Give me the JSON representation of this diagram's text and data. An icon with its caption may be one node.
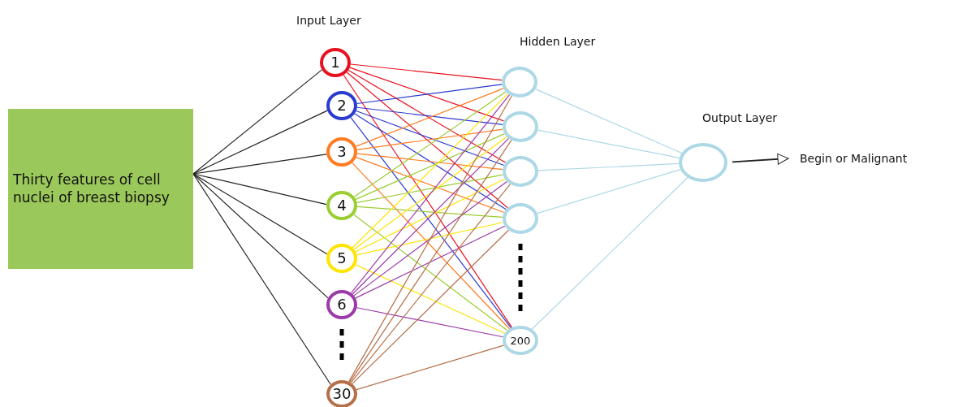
{
  "diagram": {
    "nodes": [
      {
        "text": [
          "Thirty features of cell nuclei of breast biopsy"
        ]
      },
      {
        "text": [
          "1"
        ]
      },
      {
        "text": [
          "2"
        ]
      },
      {
        "text": [
          "3"
        ]
      },
      {
        "text": [
          "4"
        ]
      },
      {
        "text": [
          "5"
        ]
      },
      {
        "text": [
          "6"
        ]
      },
      {
        "text": [
          "30"
        ]
      },
      {
        "text": [],
        "shape": "circle"
      },
      {
        "text": [],
        "shape": "circle"
      },
      {
        "text": [],
        "shape": "circle"
      },
      {
        "text": [],
        "shape": "circle"
      },
      {
        "text": [
          "200"
        ]
      },
      {
        "text": [],
        "shape": "circle"
      },
      {
        "text": [
          "Begin or Malignant"
        ]
      }
    ],
    "edges": [
      {
        "from": 0,
        "to": 1,
        "arrow": "none"
      },
      {
        "from": 0,
        "to": 2,
        "arrow": "none"
      },
      {
        "from": 0,
        "to": 3,
        "arrow": "none"
      },
      {
        "from": 0,
        "to": 4,
        "arrow": "none"
      },
      {
        "from": 0,
        "to": 5,
        "arrow": "none"
      },
      {
        "from": 0,
        "to": 6,
        "arrow": "none"
      },
      {
        "from": 0,
        "to": 7,
        "arrow": "none"
      },
      {
        "from": 1,
        "to": 8,
        "arrow": "none",
        "color": "#e8101e"
      },
      {
        "from": 1,
        "to": 9,
        "arrow": "none",
        "color": "#e8101e"
      },
      {
        "from": 1,
        "to": 10,
        "arrow": "none",
        "color": "#e8101e"
      },
      {
        "from": 1,
        "to": 11,
        "arrow": "none",
        "color": "#e8101e"
      },
      {
        "from": 1,
        "to": 12,
        "arrow": "none",
        "color": "#e8101e"
      },
      {
        "from": 2,
        "to": 8,
        "arrow": "none",
        "color": "#2b3bd0"
      },
      {
        "from": 2,
        "to": 9,
        "arrow": "none",
        "color": "#2b3bd0"
      },
      {
        "from": 2,
        "to": 10,
        "arrow": "none",
        "color": "#2b3bd0"
      },
      {
        "from": 2,
        "to": 11,
        "arrow": "none",
        "color": "#2b3bd0"
      },
      {
        "from": 2,
        "to": 12,
        "arrow": "none",
        "color": "#2b3bd0"
      },
      {
        "from": 3,
        "to": 8,
        "arrow": "none",
        "color": "#ff7a20"
      },
      {
        "from": 3,
        "to": 9,
        "arrow": "none",
        "color": "#ff7a20"
      },
      {
        "from": 3,
        "to": 10,
        "arrow": "none",
        "color": "#ff7a20"
      },
      {
        "from": 3,
        "to": 11,
        "arrow": "none",
        "color": "#ff7a20"
      },
      {
        "from": 3,
        "to": 12,
        "arrow": "none",
        "color": "#ff7a20"
      },
      {
        "from": 4,
        "to": 8,
        "arrow": "none",
        "color": "#9acd32"
      },
      {
        "from": 4,
        "to": 9,
        "arrow": "none",
        "color": "#9acd32"
      },
      {
        "from": 4,
        "to": 10,
        "arrow": "none",
        "color": "#9acd32"
      },
      {
        "from": 4,
        "to": 11,
        "arrow": "none",
        "color": "#9acd32"
      },
      {
        "from": 4,
        "to": 12,
        "arrow": "none",
        "color": "#9acd32"
      },
      {
        "from": 5,
        "to": 8,
        "arrow": "none",
        "color": "#ffe400"
      },
      {
        "from": 5,
        "to": 9,
        "arrow": "none",
        "color": "#ffe400"
      },
      {
        "from": 5,
        "to": 10,
        "arrow": "none",
        "color": "#ffe400"
      },
      {
        "from": 5,
        "to": 11,
        "arrow": "none",
        "color": "#ffe400"
      },
      {
        "from": 5,
        "to": 12,
        "arrow": "none",
        "color": "#ffe400"
      },
      {
        "from": 6,
        "to": 8,
        "arrow": "none",
        "color": "#9b3aa8"
      },
      {
        "from": 6,
        "to": 9,
        "arrow": "none",
        "color": "#9b3aa8"
      },
      {
        "from": 6,
        "to": 10,
        "arrow": "none",
        "color": "#9b3aa8"
      },
      {
        "from": 6,
        "to": 11,
        "arrow": "none",
        "color": "#9b3aa8"
      },
      {
        "from": 6,
        "to": 12,
        "arrow": "none",
        "color": "#9b3aa8"
      },
      {
        "from": 7,
        "to": 8,
        "arrow": "none",
        "color": "#b5704a"
      },
      {
        "from": 7,
        "to": 9,
        "arrow": "none",
        "color": "#b5704a"
      },
      {
        "from": 7,
        "to": 10,
        "arrow": "none",
        "color": "#b5704a"
      },
      {
        "from": 7,
        "to": 11,
        "arrow": "none",
        "color": "#b5704a"
      },
      {
        "from": 7,
        "to": 12,
        "arrow": "none",
        "color": "#b5704a"
      },
      {
        "from": 8,
        "to": 13,
        "arrow": "none",
        "color": "#add8e6"
      },
      {
        "from": 9,
        "to": 13,
        "arrow": "none",
        "color": "#add8e6"
      },
      {
        "from": 10,
        "to": 13,
        "arrow": "none",
        "color": "#add8e6"
      },
      {
        "from": 11,
        "to": 13,
        "arrow": "none",
        "color": "#add8e6"
      },
      {
        "from": 12,
        "to": 13,
        "arrow": "none",
        "color": "#add8e6"
      },
      {
        "from": 13,
        "to": 14,
        "arrow": "to"
      }
    ],
    "labels": [
      "Input Layer",
      "Hidden Layer",
      "Output Layer"
    ]
  }
}
